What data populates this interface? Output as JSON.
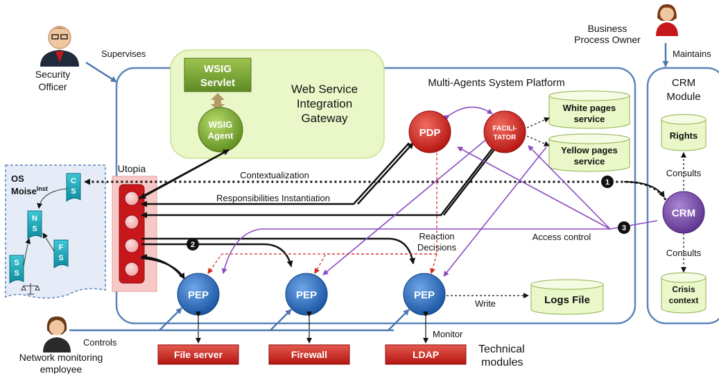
{
  "actors": {
    "security_officer": {
      "line1": "Security",
      "line2": "Officer"
    },
    "business_owner": {
      "line1": "Business",
      "line2": "Process Owner"
    },
    "network_employee": {
      "line1": "Network monitoring",
      "line2": "employee"
    }
  },
  "edges_text": {
    "supervises": "Supervises",
    "maintains": "Maintains",
    "controls": "Controls",
    "contextualization": "Contextualization",
    "responsibilities": "Responsibilities Instantiation",
    "reaction_line1": "Reaction",
    "reaction_line2": "Decisions",
    "access_control": "Access control",
    "write": "Write",
    "monitor": "Monitor",
    "consults_top": "Consults",
    "consults_bottom": "Consults"
  },
  "wsig": {
    "servlet_line1": "WSIG",
    "servlet_line2": "Servlet",
    "agent_line1": "WSIG",
    "agent_line2": "Agent",
    "gateway_line1": "Web Service",
    "gateway_line2": "Integration",
    "gateway_line3": "Gateway"
  },
  "platform": {
    "title": "Multi-Agents System Platform",
    "pdp": "PDP",
    "facilitator_line1": "FACILI-",
    "facilitator_line2": "TATOR",
    "white_pages_line1": "White pages",
    "white_pages_line2": "service",
    "yellow_pages_line1": "Yellow pages",
    "yellow_pages_line2": "service",
    "pep": "PEP",
    "logs_file": "Logs File"
  },
  "utopia": {
    "title": "Utopia"
  },
  "os_moise": {
    "title_line1": "OS",
    "title_line2": "Moise",
    "title_sup": "Inst",
    "cs_1": "C",
    "cs_2": "S",
    "ns_1": "N",
    "ns_2": "S",
    "fs_1": "F",
    "fs_2": "S",
    "ss_1": "S",
    "ss_2": "S"
  },
  "crm": {
    "module_line1": "CRM",
    "module_line2": "Module",
    "rights": "Rights",
    "crm": "CRM",
    "crisis_line1": "Crisis",
    "crisis_line2": "context"
  },
  "technical": {
    "file_server": "File server",
    "firewall": "Firewall",
    "ldap": "LDAP",
    "label_line1": "Technical",
    "label_line2": "modules"
  },
  "badges": {
    "one": "1",
    "two": "2",
    "three": "3"
  },
  "colors": {
    "platform_border": "#5b84b8",
    "red_agent": "#c8171b",
    "blue_agent": "#1f66b5",
    "purple_agent": "#7a4ca0",
    "green_box": "#7ea634",
    "gateway_fill": "#eaf7c8",
    "cylinder_fill": "#eaf7c8",
    "purple_arrow": "#8a4bbf",
    "dashed_red": "#d12a1a",
    "teal_doc": "#17a2b8"
  }
}
